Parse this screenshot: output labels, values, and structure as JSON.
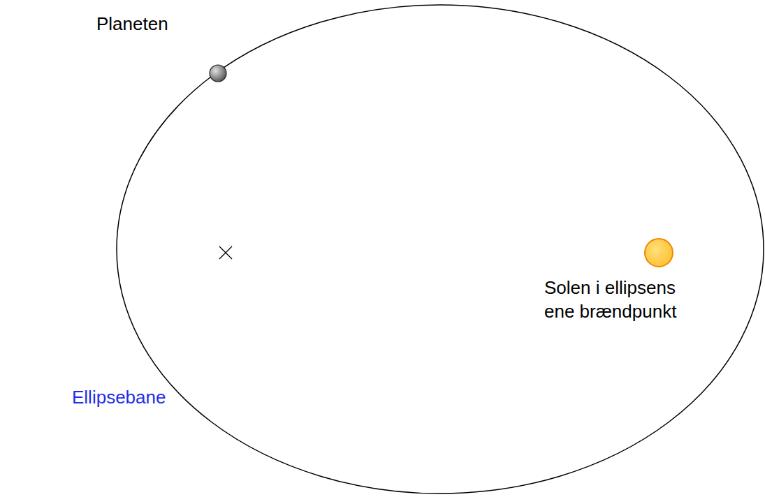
{
  "diagram": {
    "labels": [
      "Planeten",
      "Solen i ellipsens ene brændpunkt",
      "Ellipsebane"
    ]
  }
}
